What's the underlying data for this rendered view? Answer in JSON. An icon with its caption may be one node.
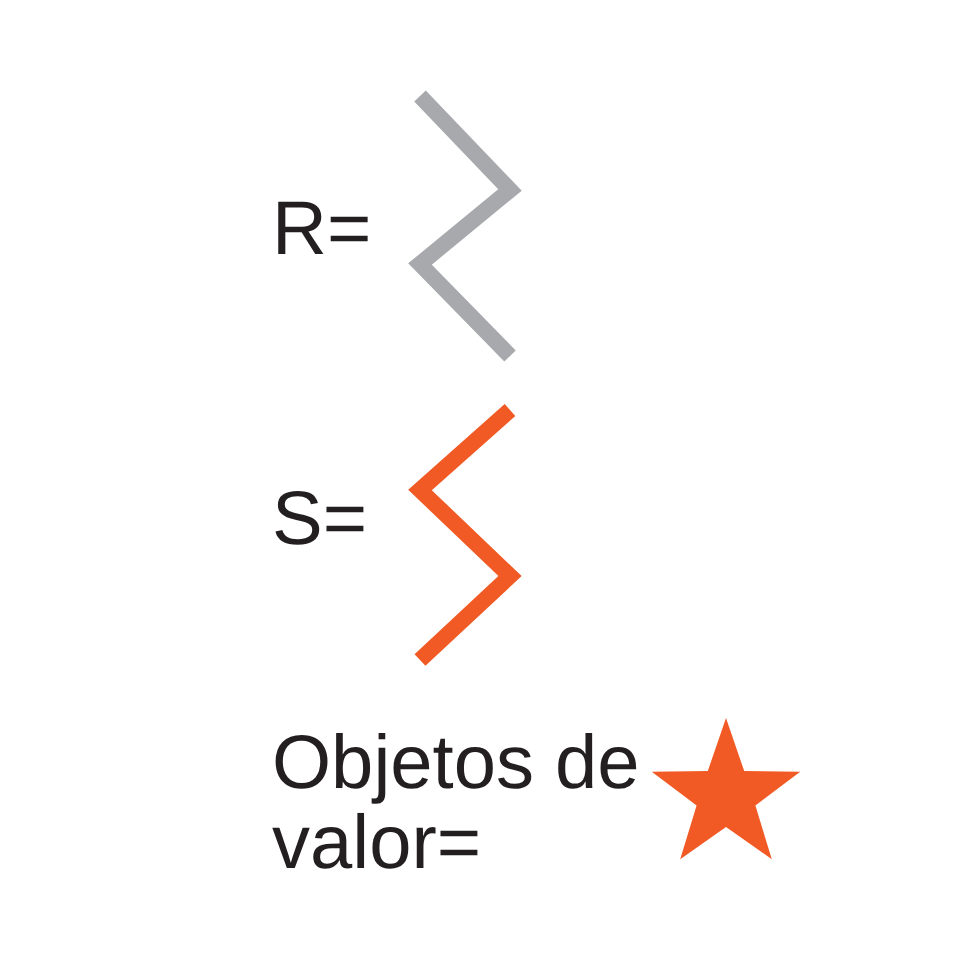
{
  "diagram": {
    "legend": [
      {
        "text": "R="
      },
      {
        "text": "S="
      },
      {
        "text": "Objetos de valor="
      }
    ]
  }
}
